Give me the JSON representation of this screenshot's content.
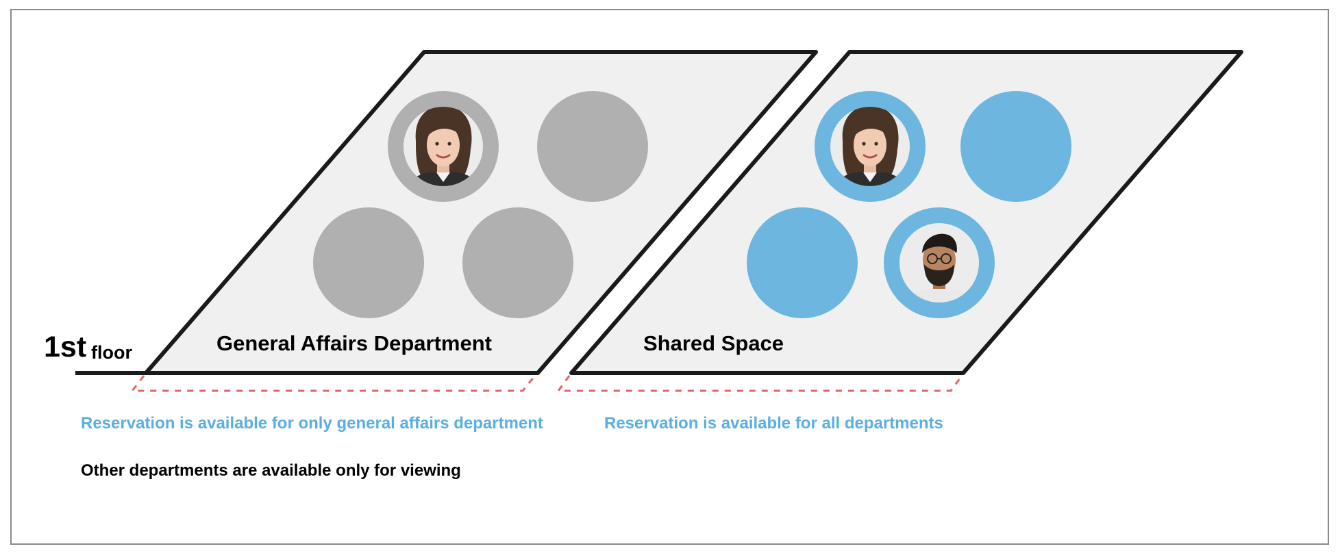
{
  "colors": {
    "zone_fill": "#f0f0f0",
    "outline": "#1a1a1a",
    "restricted_seat": "#b0b0b0",
    "shared_seat": "#6cb6e0",
    "note_accent": "#5aaee0",
    "dashed_line": "#e06666"
  },
  "floor": {
    "number": "1st",
    "word": "floor"
  },
  "zones": [
    {
      "name": "General Affairs Department",
      "seat_style": "restricted",
      "seats": [
        {
          "occupant": "woman-avatar"
        },
        {
          "occupant": null
        },
        {
          "occupant": null
        },
        {
          "occupant": null
        }
      ]
    },
    {
      "name": "Shared Space",
      "seat_style": "shared",
      "seats": [
        {
          "occupant": "woman-avatar"
        },
        {
          "occupant": null
        },
        {
          "occupant": null
        },
        {
          "occupant": "man-avatar"
        }
      ]
    }
  ],
  "notes": {
    "general_affairs": "Reservation is available for only general affairs department",
    "shared": "Reservation is available for all departments",
    "view_only": "Other departments are available only for viewing"
  }
}
